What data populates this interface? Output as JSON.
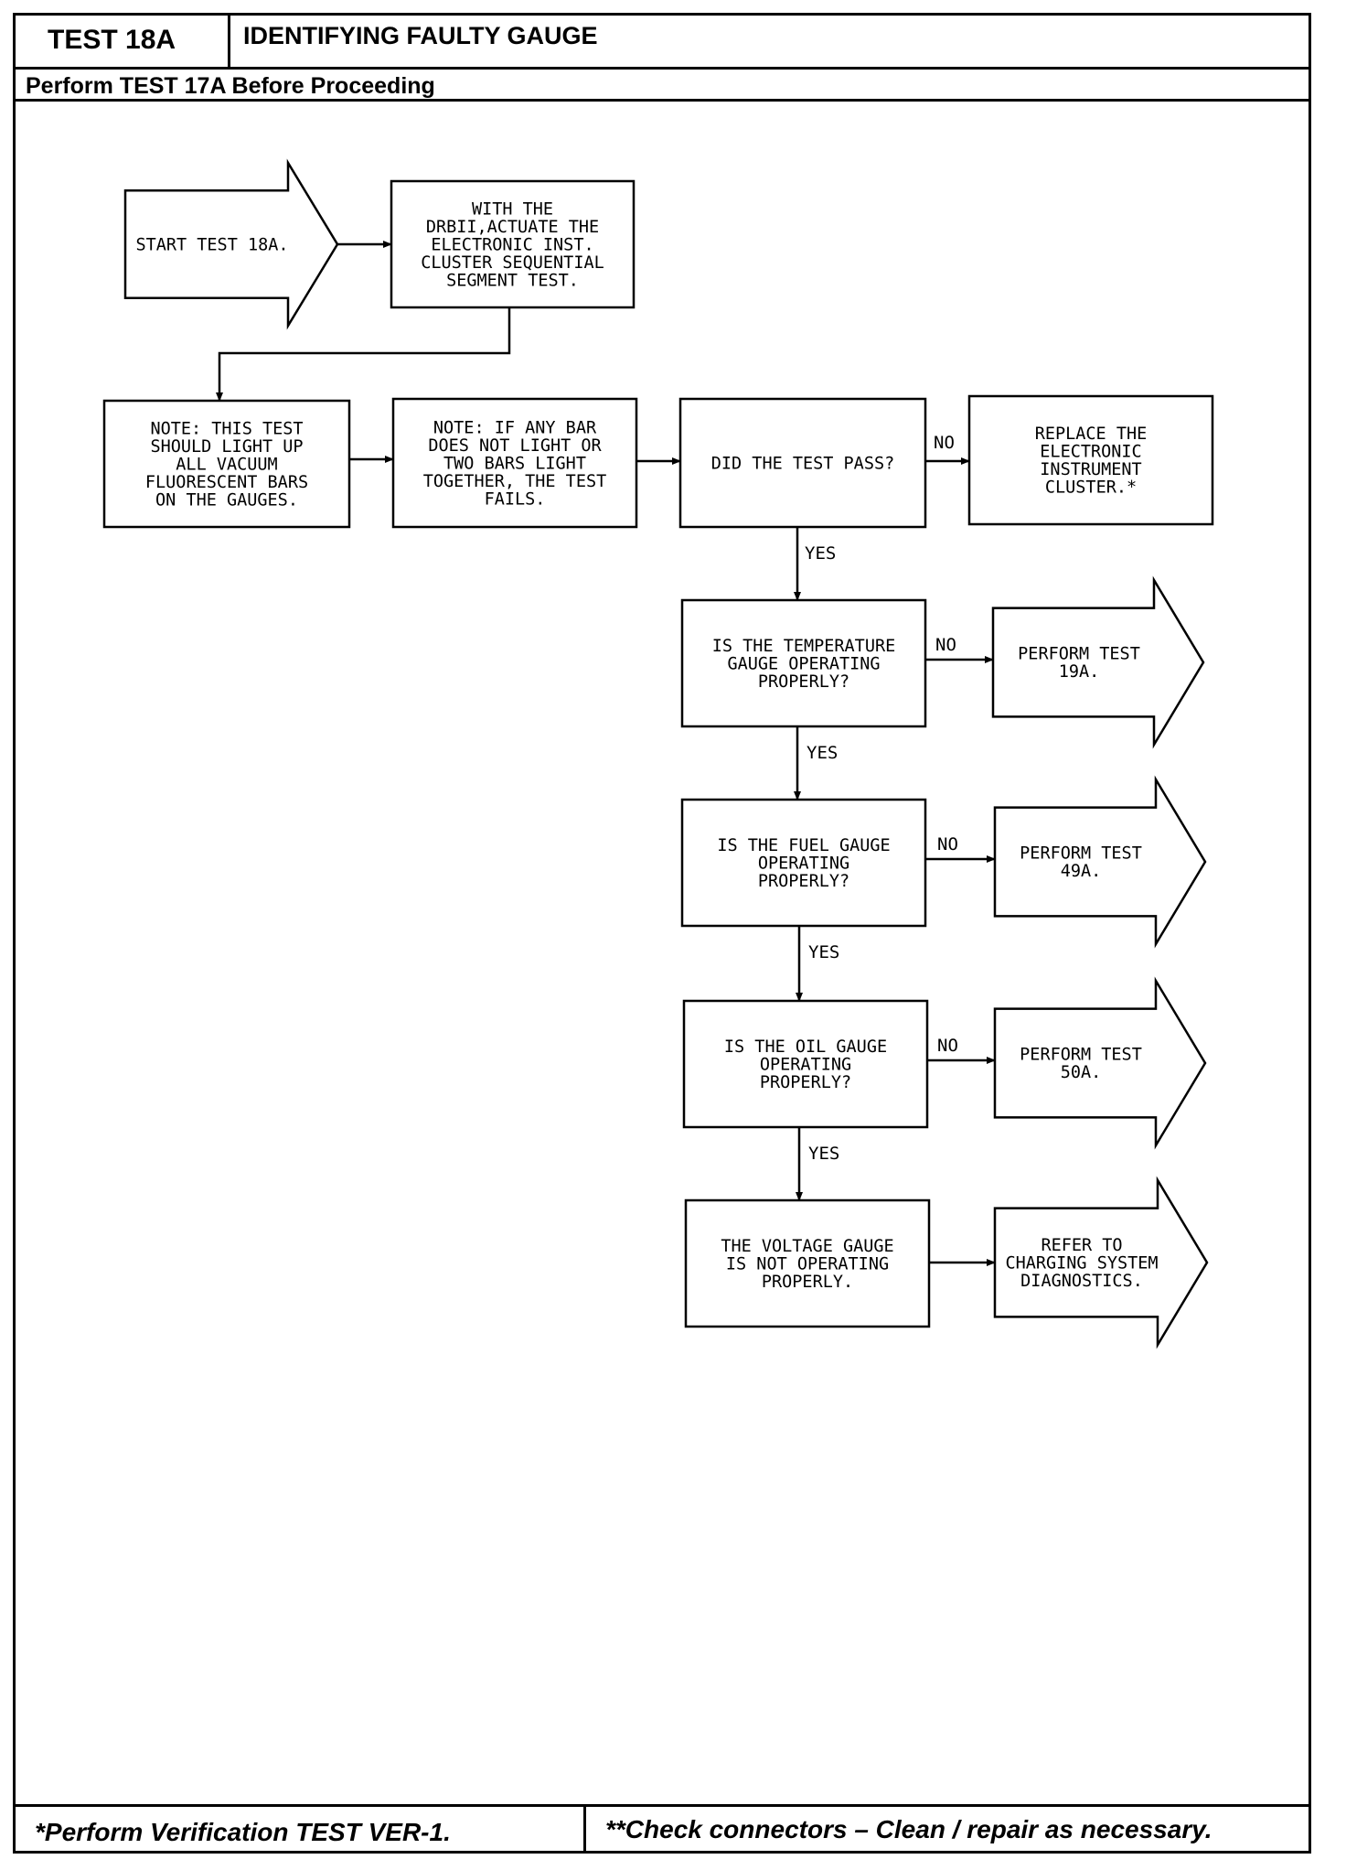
{
  "header": {
    "test_id": "TEST 18A",
    "title": "IDENTIFYING FAULTY GAUGE",
    "subtitle": "Perform TEST 17A Before Proceeding"
  },
  "footer": {
    "left_note": "*Perform Verification TEST VER-1.",
    "right_note": "**Check connectors – Clean / repair as necessary."
  },
  "flowchart": {
    "nodes": [
      {
        "id": "start",
        "shape": "arrow",
        "lines": [
          "START TEST 18A."
        ]
      },
      {
        "id": "actuate",
        "shape": "box",
        "lines": [
          "WITH THE",
          "DRBII,ACTUATE THE",
          "ELECTRONIC INST.",
          "CLUSTER SEQUENTIAL",
          "SEGMENT TEST."
        ]
      },
      {
        "id": "note1",
        "shape": "box",
        "lines": [
          "NOTE: THIS TEST",
          "SHOULD LIGHT UP",
          "ALL VACUUM",
          "FLUORESCENT BARS",
          "ON THE GAUGES."
        ]
      },
      {
        "id": "note2",
        "shape": "box",
        "lines": [
          "NOTE: IF ANY BAR",
          "DOES NOT LIGHT OR",
          "TWO BARS LIGHT",
          "TOGETHER, THE TEST",
          "FAILS."
        ]
      },
      {
        "id": "pass",
        "shape": "box",
        "lines": [
          "DID THE TEST PASS?"
        ]
      },
      {
        "id": "replace",
        "shape": "box",
        "lines": [
          "REPLACE THE",
          "ELECTRONIC",
          "INSTRUMENT",
          "CLUSTER.*"
        ]
      },
      {
        "id": "temp",
        "shape": "box",
        "lines": [
          "IS THE TEMPERATURE",
          "GAUGE OPERATING",
          "PROPERLY?"
        ]
      },
      {
        "id": "t19a",
        "shape": "arrow",
        "lines": [
          "PERFORM TEST",
          "19A."
        ]
      },
      {
        "id": "fuel",
        "shape": "box",
        "lines": [
          "IS THE FUEL GAUGE",
          "OPERATING",
          "PROPERLY?"
        ]
      },
      {
        "id": "t49a",
        "shape": "arrow",
        "lines": [
          "PERFORM TEST",
          "49A."
        ]
      },
      {
        "id": "oil",
        "shape": "box",
        "lines": [
          "IS THE OIL GAUGE",
          "OPERATING",
          "PROPERLY?"
        ]
      },
      {
        "id": "t50a",
        "shape": "arrow",
        "lines": [
          "PERFORM TEST",
          "50A."
        ]
      },
      {
        "id": "voltage",
        "shape": "box",
        "lines": [
          "THE VOLTAGE GAUGE",
          "IS NOT OPERATING",
          "PROPERLY."
        ]
      },
      {
        "id": "charging",
        "shape": "arrow",
        "lines": [
          "REFER TO",
          "CHARGING SYSTEM",
          "DIAGNOSTICS."
        ]
      }
    ],
    "edges": [
      {
        "from": "start",
        "to": "actuate",
        "label": ""
      },
      {
        "from": "actuate",
        "to": "note1",
        "label": ""
      },
      {
        "from": "note1",
        "to": "note2",
        "label": ""
      },
      {
        "from": "note2",
        "to": "pass",
        "label": ""
      },
      {
        "from": "pass",
        "to": "replace",
        "label": "NO"
      },
      {
        "from": "pass",
        "to": "temp",
        "label": "YES"
      },
      {
        "from": "temp",
        "to": "t19a",
        "label": "NO"
      },
      {
        "from": "temp",
        "to": "fuel",
        "label": "YES"
      },
      {
        "from": "fuel",
        "to": "t49a",
        "label": "NO"
      },
      {
        "from": "fuel",
        "to": "oil",
        "label": "YES"
      },
      {
        "from": "oil",
        "to": "t50a",
        "label": "NO"
      },
      {
        "from": "oil",
        "to": "voltage",
        "label": "YES"
      },
      {
        "from": "voltage",
        "to": "charging",
        "label": ""
      }
    ]
  }
}
